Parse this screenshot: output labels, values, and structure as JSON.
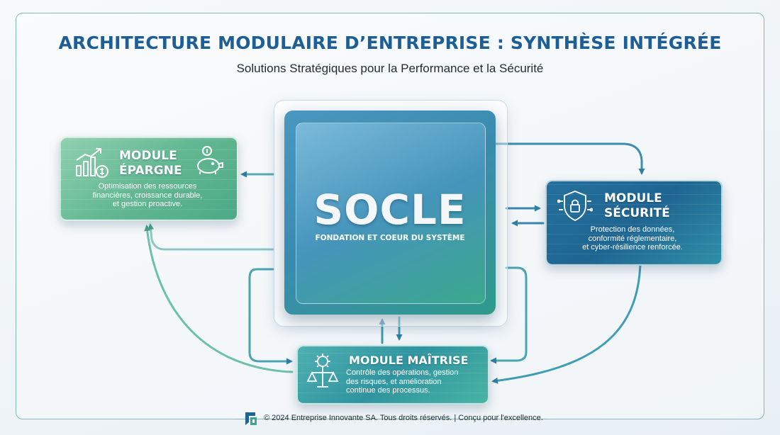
{
  "header": {
    "title": "ARCHITECTURE MODULAIRE D’ENTREPRISE : SYNTHÈSE INTÉGRÉE",
    "subtitle": "Solutions Stratégiques pour la Performance et la Sécurité"
  },
  "core": {
    "title": "SOCLE",
    "subtitle": "FONDATION ET COEUR DU SYSTÈME"
  },
  "modules": {
    "epargne": {
      "title_line1": "MODULE",
      "title_line2": "ÉPARGNE",
      "desc_lines": [
        "Optimisation des ressources",
        "financières, croissance durable,",
        "et gestion proactive."
      ],
      "icons": [
        "growth-chart-icon",
        "piggy-bank-icon"
      ]
    },
    "securite": {
      "title_line1": "MODULE",
      "title_line2": "SÉCURITÉ",
      "desc_lines": [
        "Protection des données,",
        "conformité réglementaire,",
        "et cyber-résilience renforcée."
      ],
      "icons": [
        "shield-lock-icon"
      ]
    },
    "maitrise": {
      "title": "MODULE MAÎTRISE",
      "desc_lines": [
        "Contrôle des opérations, gestion",
        "des risques, et amélioration",
        "continue des processus."
      ],
      "icons": [
        "gear-scale-icon"
      ]
    }
  },
  "footer": {
    "text": "© 2024 Entreprise Innovante SA. Tous droits réservés. | Conçu pour l'excellence.",
    "logo_icon": "company-logo-icon"
  },
  "colors": {
    "title": "#1d5e97",
    "epargne": "#62b892",
    "securite": "#1f6592",
    "maitrise": "#2f94a0",
    "connector": "#3a9ab0"
  }
}
